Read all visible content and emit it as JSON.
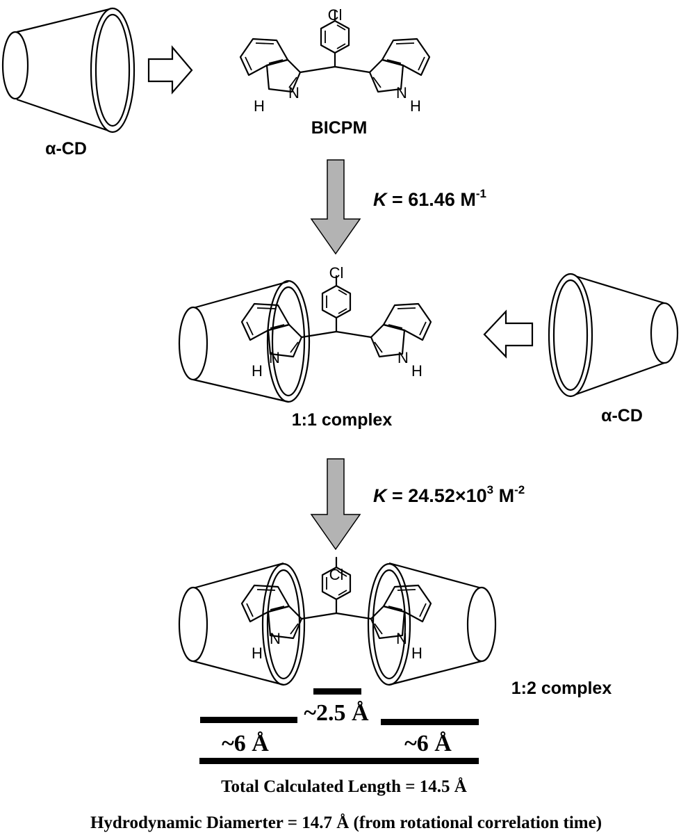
{
  "labels": {
    "cd_top": "α-CD",
    "guest": "BICPM",
    "complex_11": "1:1 complex",
    "cd_right": "α-CD",
    "complex_12": "1:2 complex"
  },
  "atoms": {
    "chlorine": "Cl",
    "nitrogen": "N",
    "hydrogen": "H"
  },
  "equilibria": [
    {
      "symbol": "K",
      "expr": " = 61.46 M",
      "sup": "-1"
    },
    {
      "symbol": "K",
      "expr": " = 24.52×10",
      "sup_mid": "3",
      "unit": " M",
      "sup": "-2"
    }
  ],
  "dimensions": {
    "left": "~6 Å",
    "center": "~2.5 Å",
    "right": "~6 Å"
  },
  "notes": {
    "total_length": "Total Calculated Length = 14.5 Å",
    "hydrodynamic": "Hydrodynamic Diamerter = 14.7 Å (from rotational correlation time)"
  },
  "colors": {
    "arrow_fill": "#b3b3b3",
    "line": "#000000",
    "background": "#ffffff"
  }
}
